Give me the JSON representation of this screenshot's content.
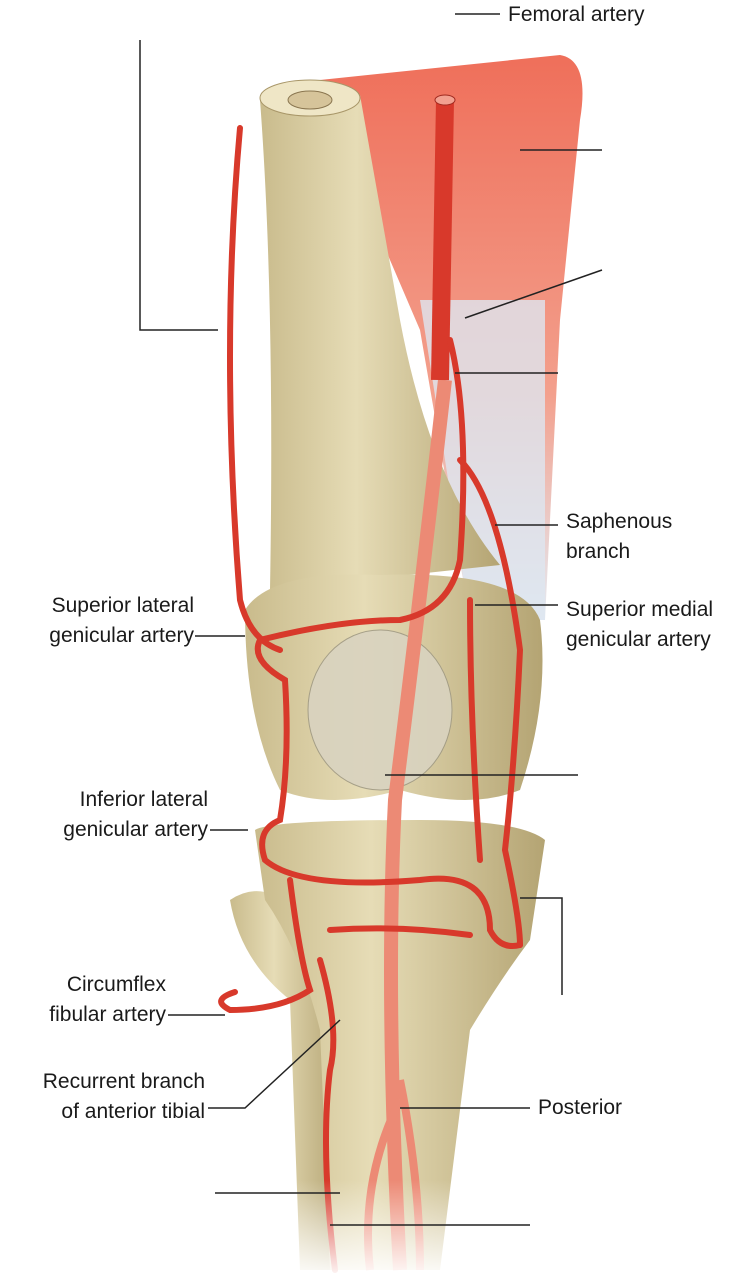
{
  "labels": {
    "femoral_artery": "Femoral artery",
    "saphenous_branch": [
      "Saphenous",
      "branch"
    ],
    "superior_medial_genicular": [
      "Superior medial",
      "genicular artery"
    ],
    "superior_lateral_genicular": [
      "Superior lateral",
      "genicular artery"
    ],
    "inferior_lateral_genicular": [
      "Inferior lateral",
      "genicular artery"
    ],
    "circumflex_fibular": [
      "Circumflex",
      "fibular artery"
    ],
    "recurrent_anterior_tibial": [
      "Recurrent branch",
      "of anterior tibial"
    ],
    "posterior": "Posterior"
  },
  "colors": {
    "bone": "#d8cca0",
    "bone_shadow": "#b8a878",
    "artery": "#d8392b",
    "artery_deep": "#ec8a75",
    "muscle": "#ee7a66",
    "tendon": "#dde6f0",
    "leader": "#222222"
  }
}
